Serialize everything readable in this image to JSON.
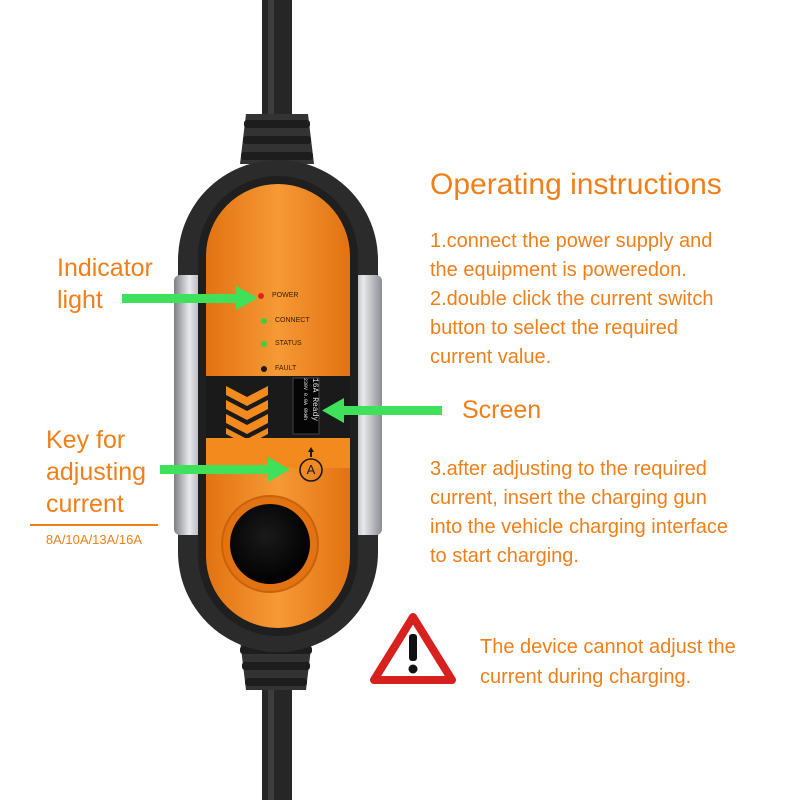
{
  "instructions": {
    "title": "Operating instructions",
    "step1": [
      "1.connect the power supply and",
      "the equipment is poweredon."
    ],
    "step2": [
      "2.double click the current switch",
      "button to select the required",
      "current value."
    ],
    "step3": [
      "3.after adjusting to the required",
      "current, insert the charging gun",
      "into the vehicle charging interface",
      "to start charging."
    ]
  },
  "callouts": {
    "indicator": [
      "Indicator",
      "light"
    ],
    "screen": "Screen",
    "key": [
      "Key for",
      "adjusting",
      "current"
    ],
    "amp_options": "8A/10A/13A/16A"
  },
  "device": {
    "leds": [
      {
        "label": "POWER",
        "color": "#e8201a"
      },
      {
        "label": "CONNECT",
        "color": "#3cd13c"
      },
      {
        "label": "STATUS",
        "color": "#3cd13c"
      },
      {
        "label": "FAULT",
        "color": "#1a1a1a"
      }
    ],
    "screen_lines": [
      "16A Ready",
      "230V  0.0A  0kWh"
    ],
    "button_glyph": "A"
  },
  "warning": {
    "text": [
      "The device cannot adjust the",
      "current during charging."
    ],
    "icon": "warning-triangle-icon"
  },
  "colors": {
    "accent": "#f07f1a",
    "arrow": "#3fe05a",
    "device_body": "#f28a1e",
    "shell": "#2b2b2b"
  }
}
